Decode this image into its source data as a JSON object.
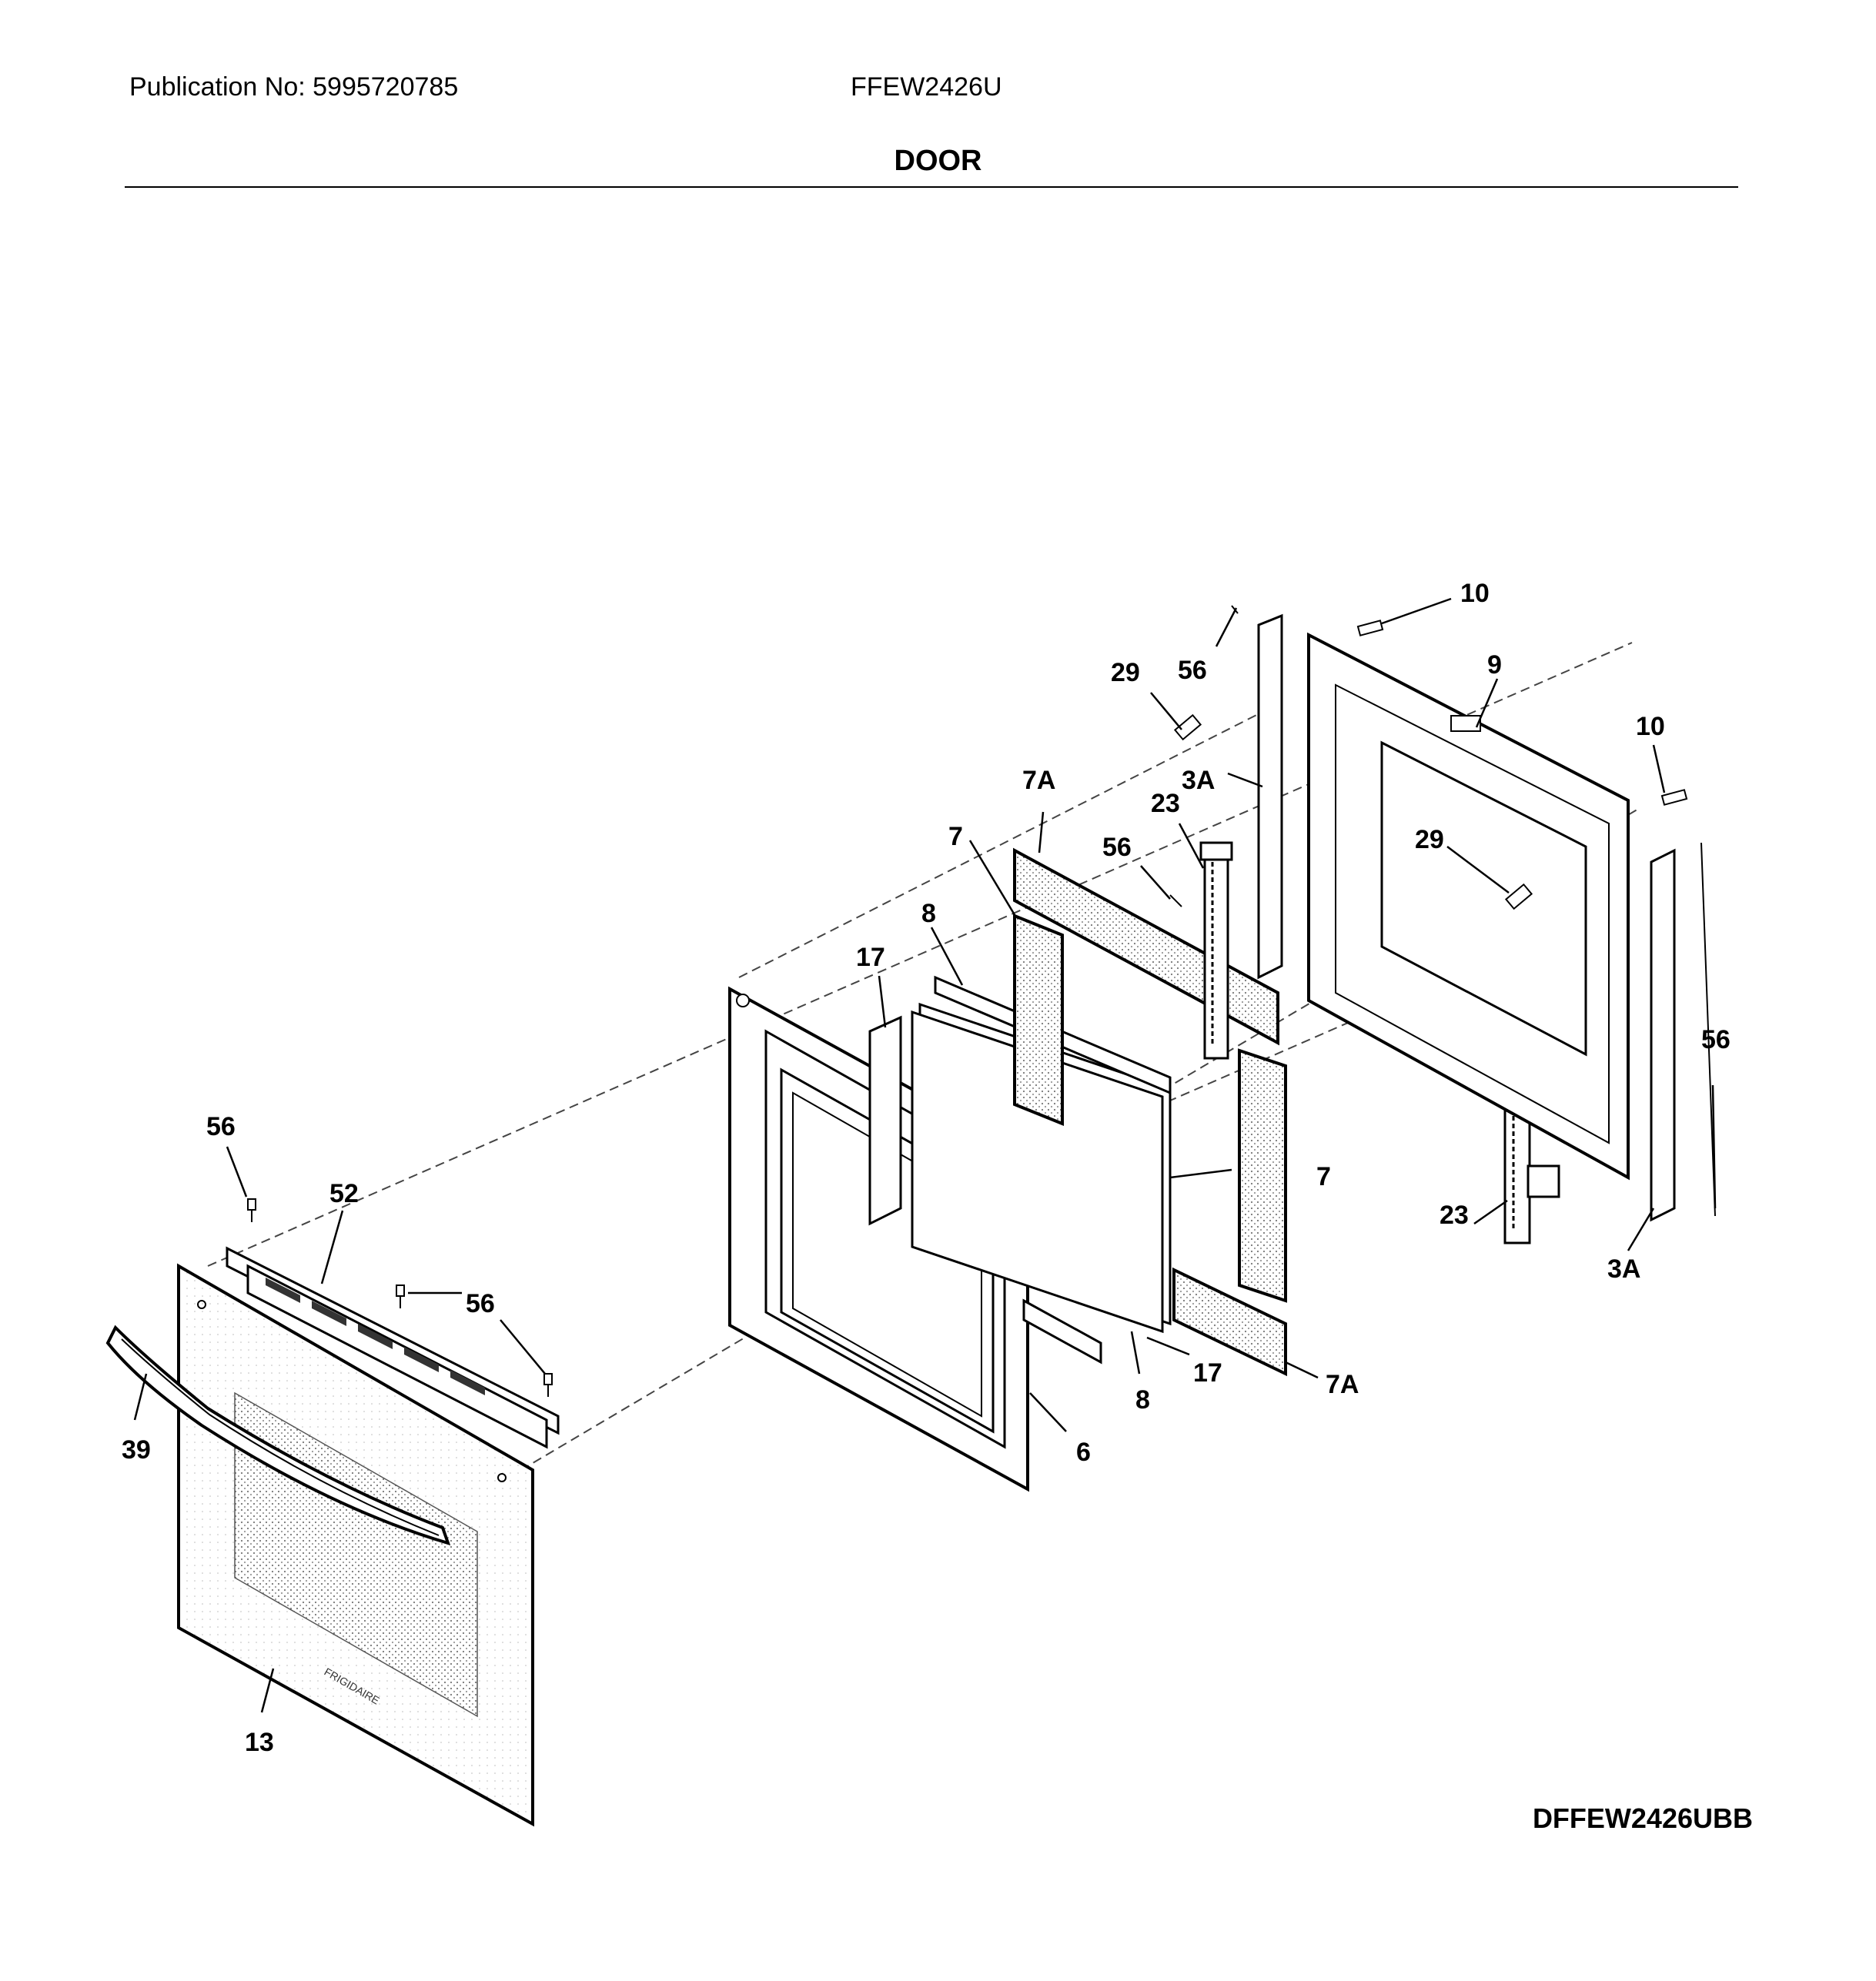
{
  "header": {
    "publication": "Publication No: 5995720785",
    "model": "FFEW2426U",
    "title": "DOOR"
  },
  "footer": {
    "diagram_code": "DFFEW2426UBB"
  },
  "callouts": [
    "10",
    "9",
    "10",
    "29",
    "56",
    "3A",
    "23",
    "29",
    "56",
    "7A",
    "7",
    "8",
    "17",
    "56",
    "52",
    "56",
    "39",
    "13",
    "6",
    "8",
    "17",
    "7",
    "7A",
    "23",
    "3A",
    "56"
  ],
  "brand_mark": "FRIGIDAIRE"
}
